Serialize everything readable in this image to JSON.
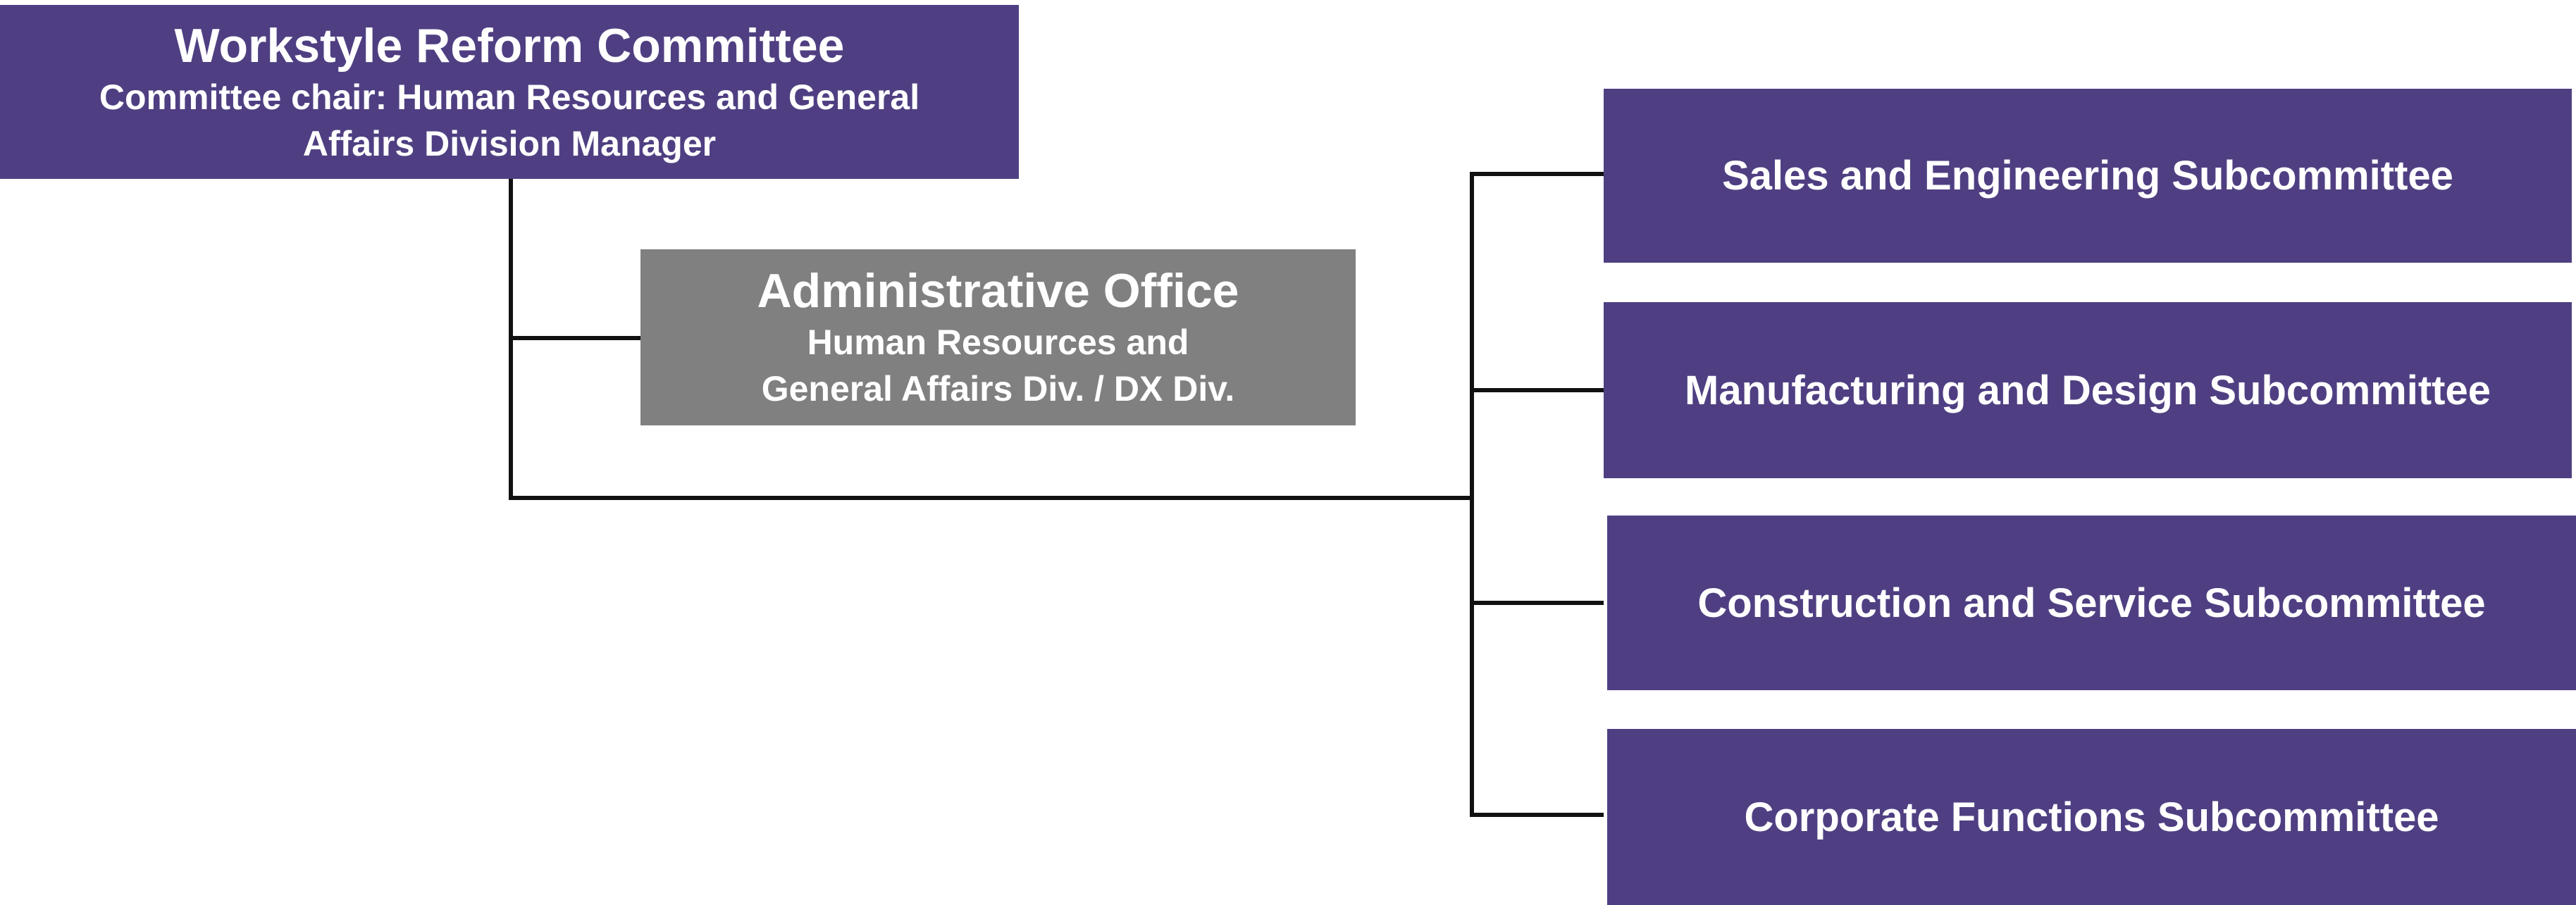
{
  "committee": {
    "title": "Workstyle Reform Committee",
    "subtitle_line1": "Committee chair: Human Resources and General",
    "subtitle_line2": "Affairs Division Manager"
  },
  "admin_office": {
    "title": "Administrative Office",
    "line1": "Human Resources and",
    "line2": "General Affairs Div. / DX Div."
  },
  "subcommittees": [
    {
      "label": "Sales and Engineering Subcommittee"
    },
    {
      "label": "Manufacturing and Design Subcommittee"
    },
    {
      "label": "Construction and Service Subcommittee"
    },
    {
      "label": "Corporate Functions Subcommittee"
    }
  ],
  "colors": {
    "purple": "#4f3f82",
    "gray": "#808080",
    "line": "#111111"
  }
}
